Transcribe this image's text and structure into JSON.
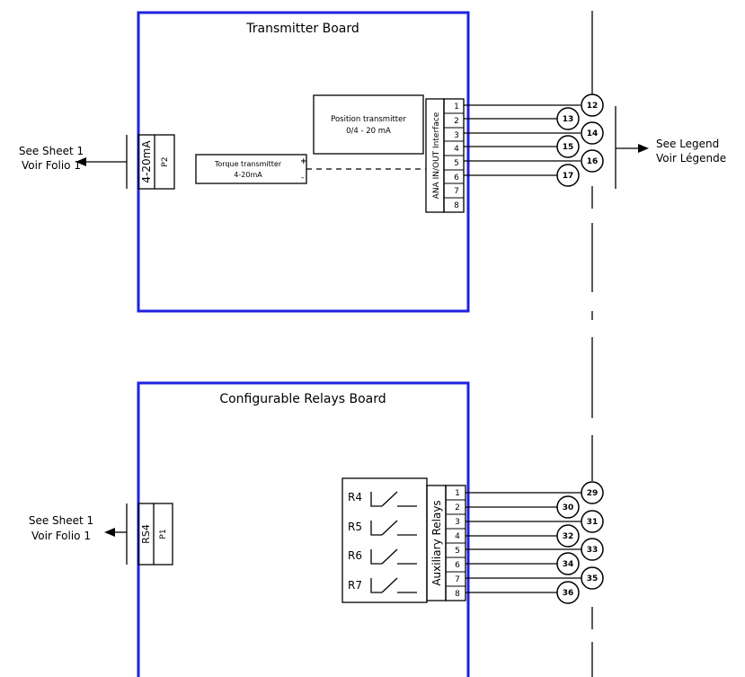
{
  "transmitter_board": {
    "title": "Transmitter Board",
    "connector": {
      "label": "4-20mA",
      "id": "P2"
    },
    "position_transmitter": {
      "line1": "Position transmitter",
      "line2": "0/4 - 20 mA"
    },
    "torque_transmitter": {
      "line1": "Torque transmitter",
      "line2": "4-20mA",
      "plus": "+",
      "minus": "-"
    },
    "interface_label": "ANA IN/OUT Interface",
    "pins": [
      "1",
      "2",
      "3",
      "4",
      "5",
      "6",
      "7",
      "8"
    ],
    "circles": [
      "12",
      "13",
      "14",
      "15",
      "16",
      "17"
    ],
    "left_ref": {
      "line1": "See Sheet 1",
      "line2": "Voir Folio 1"
    },
    "right_ref": {
      "line1": "See Legend",
      "line2": "Voir Légende"
    }
  },
  "relays_board": {
    "title": "Configurable Relays Board",
    "connector": {
      "label": "RS4",
      "id": "P1"
    },
    "relays_label": "Auxiliary Relays",
    "relays": [
      "R4",
      "R5",
      "R6",
      "R7"
    ],
    "pins": [
      "1",
      "2",
      "3",
      "4",
      "5",
      "6",
      "7",
      "8"
    ],
    "circles": [
      "29",
      "30",
      "31",
      "32",
      "33",
      "34",
      "35",
      "36"
    ],
    "left_ref": {
      "line1": "See Sheet 1",
      "line2": "Voir Folio 1"
    }
  }
}
